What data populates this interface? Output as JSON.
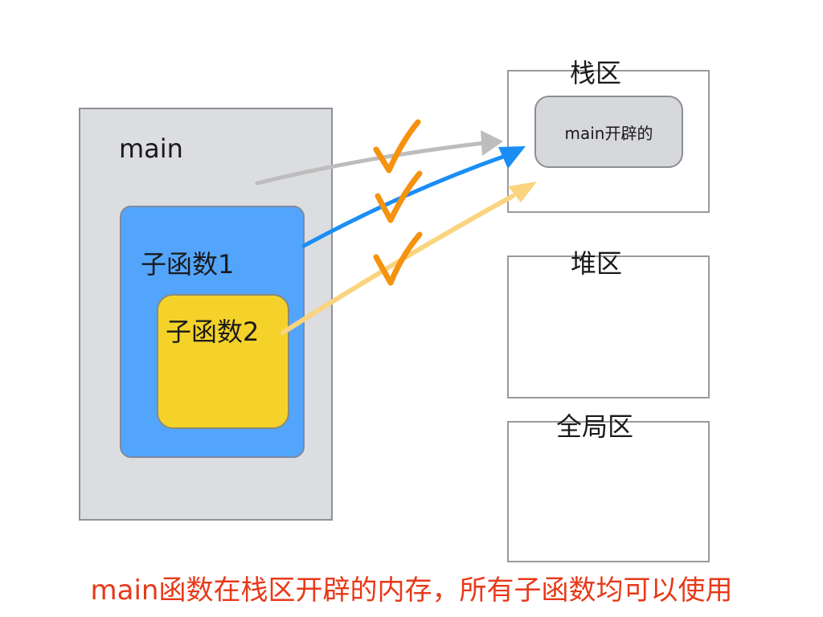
{
  "main": {
    "label": "main"
  },
  "sub1": {
    "label": "子函数1"
  },
  "sub2": {
    "label": "子函数2"
  },
  "regions": {
    "stack": {
      "title": "栈区",
      "alloc_label": "main开辟的"
    },
    "heap": {
      "title": "堆区"
    },
    "global": {
      "title": "全局区"
    }
  },
  "caption": "main函数在栈区开辟的内存，所有子函数均可以使用",
  "colors": {
    "main_fill": "#dcdde0",
    "sub1_fill": "#52a5fb",
    "sub2_fill": "#f4d22a",
    "arrow_main": "#bdbdbd",
    "arrow_sub1": "#1a8ef5",
    "arrow_sub2": "#fad47e",
    "check": "#f5920f",
    "caption": "#e8391a"
  }
}
